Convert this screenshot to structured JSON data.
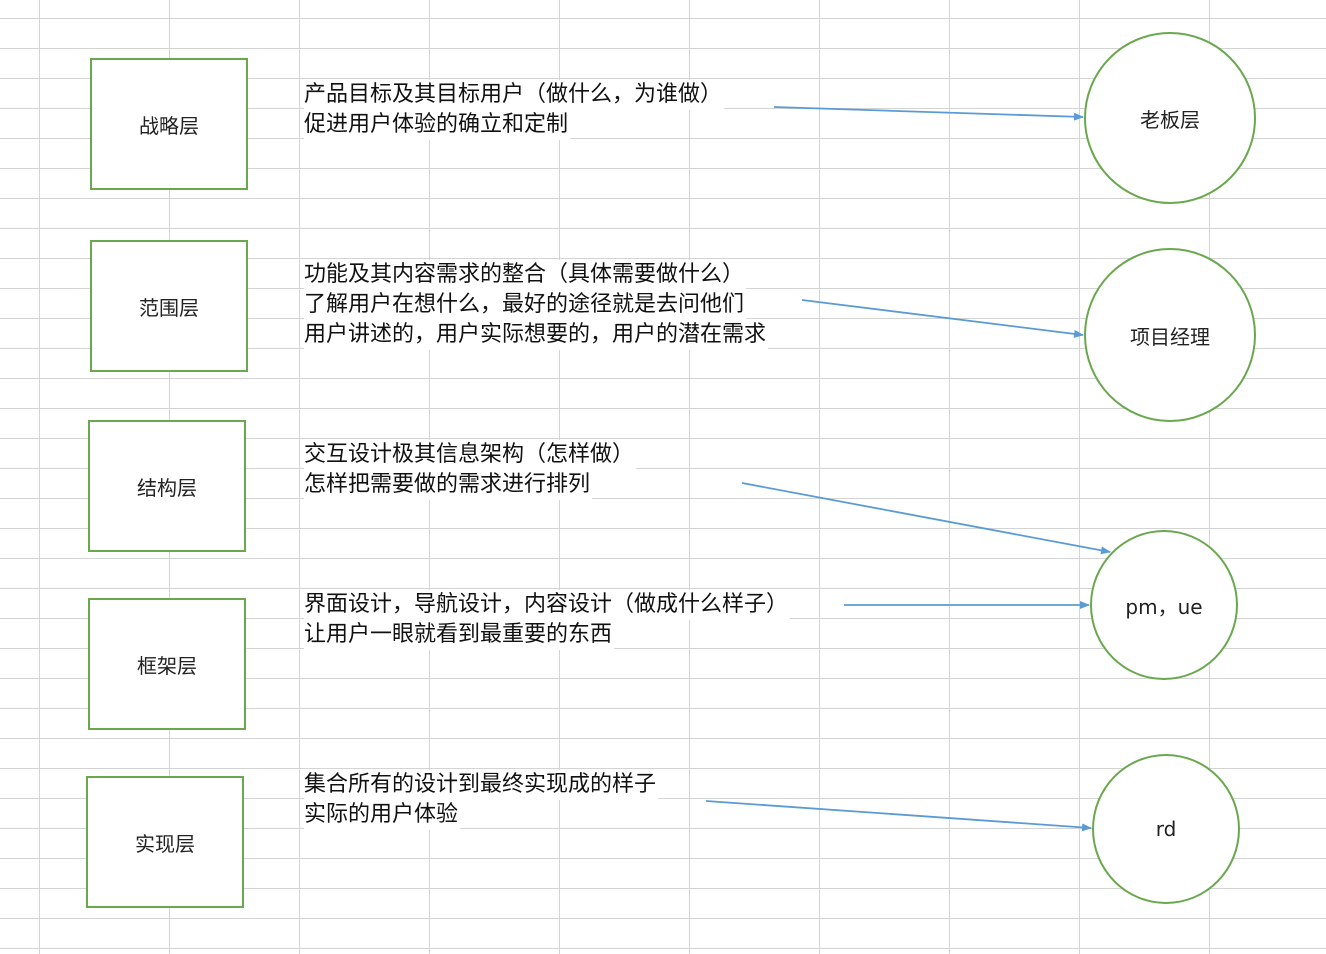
{
  "layers": [
    {
      "label": "战略层"
    },
    {
      "label": "范围层"
    },
    {
      "label": "结构层"
    },
    {
      "label": "框架层"
    },
    {
      "label": "实现层"
    }
  ],
  "descriptions": [
    {
      "lines": [
        "产品目标及其目标用户（做什么，为谁做）",
        "促进用户体验的确立和定制"
      ]
    },
    {
      "lines": [
        "功能及其内容需求的整合（具体需要做什么）",
        "了解用户在想什么，最好的途径就是去问他们",
        "用户讲述的，用户实际想要的，用户的潜在需求"
      ]
    },
    {
      "lines": [
        "交互设计极其信息架构（怎样做）",
        "怎样把需要做的需求进行排列"
      ]
    },
    {
      "lines": [
        "界面设计，导航设计，内容设计（做成什么样子）",
        "让用户一眼就看到最重要的东西"
      ]
    },
    {
      "lines": [
        "集合所有的设计到最终实现成的样子",
        "实际的用户体验"
      ]
    }
  ],
  "roles": [
    {
      "label": "老板层"
    },
    {
      "label": "项目经理"
    },
    {
      "label": "pm，ue"
    },
    {
      "label": "rd"
    }
  ],
  "colors": {
    "box_border": "#6aa84f",
    "arrow": "#5b9bd5",
    "grid": "#d4d4d4"
  }
}
